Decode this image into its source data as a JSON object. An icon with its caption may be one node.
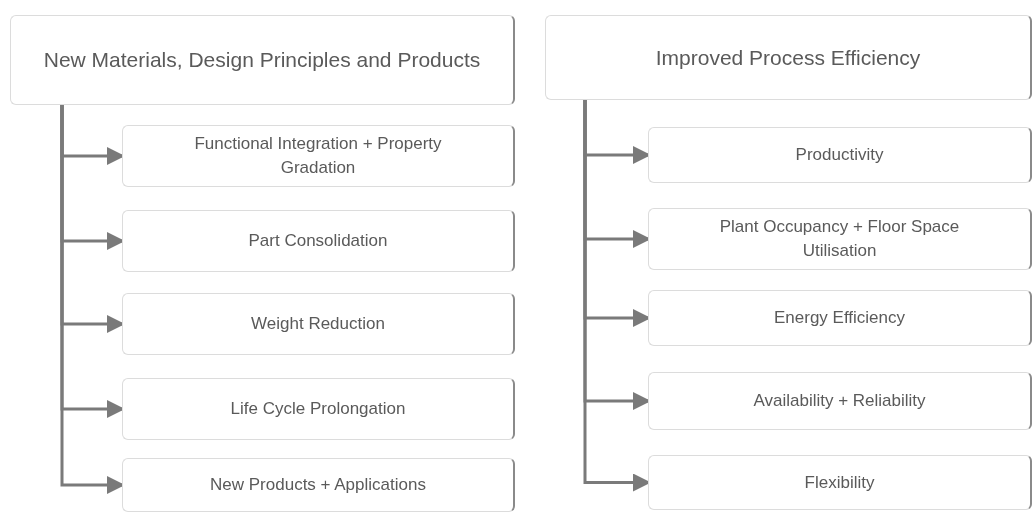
{
  "diagram": {
    "nodes": [
      {
        "text": [
          "New Materials, Design Principles and Products"
        ]
      },
      {
        "text": [
          "Functional Integration + Property Gradation"
        ]
      },
      {
        "text": [
          "Part Consolidation"
        ]
      },
      {
        "text": [
          "Weight Reduction"
        ]
      },
      {
        "text": [
          "Life Cycle Prolongation"
        ]
      },
      {
        "text": [
          "New Products + Applications"
        ]
      },
      {
        "text": [
          "Improved Process Efficiency"
        ]
      },
      {
        "text": [
          "Productivity"
        ]
      },
      {
        "text": [
          "Plant Occupancy + Floor Space Utilisation"
        ]
      },
      {
        "text": [
          "Energy Efficiency"
        ]
      },
      {
        "text": [
          "Availability + Reliability"
        ]
      },
      {
        "text": [
          "Flexibility"
        ]
      }
    ],
    "edges": [
      {
        "from": 0,
        "to": 1,
        "arrow": "to"
      },
      {
        "from": 0,
        "to": 2,
        "arrow": "to"
      },
      {
        "from": 0,
        "to": 3,
        "arrow": "to"
      },
      {
        "from": 0,
        "to": 4,
        "arrow": "to"
      },
      {
        "from": 0,
        "to": 5,
        "arrow": "to"
      },
      {
        "from": 6,
        "to": 7,
        "arrow": "to"
      },
      {
        "from": 6,
        "to": 8,
        "arrow": "to"
      },
      {
        "from": 6,
        "to": 9,
        "arrow": "to"
      },
      {
        "from": 6,
        "to": 10,
        "arrow": "to"
      },
      {
        "from": 6,
        "to": 11,
        "arrow": "to"
      }
    ]
  }
}
